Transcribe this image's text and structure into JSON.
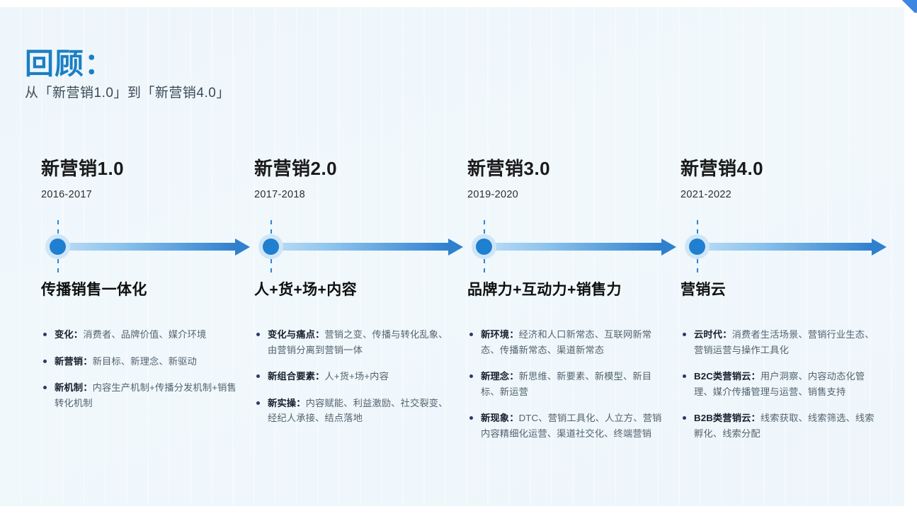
{
  "slide": {
    "title": "回顾：",
    "subtitle": "从「新营销1.0」到「新营销4.0」",
    "accent_color": "#1b7fc4",
    "background_color": "#eff7fc",
    "dot_color": "#1f7fd0",
    "dot_halo_color": "#cfe6f7",
    "arrow_color": "#3080ce"
  },
  "timeline": [
    {
      "title": "新营销1.0",
      "years": "2016-2017",
      "key_phrase": "传播销售一体化",
      "bullets": [
        {
          "label": "变化：",
          "text": "消费者、品牌价值、媒介环境"
        },
        {
          "label": "新营销：",
          "text": "新目标、新理念、新驱动"
        },
        {
          "label": "新机制：",
          "text": "内容生产机制+传播分发机制+销售转化机制"
        }
      ]
    },
    {
      "title": "新营销2.0",
      "years": "2017-2018",
      "key_phrase": "人+货+场+内容",
      "bullets": [
        {
          "label": "变化与痛点：",
          "text": "营销之变、传播与转化乱象、由营销分离到营销一体"
        },
        {
          "label": "新组合要素：",
          "text": "人+货+场+内容"
        },
        {
          "label": "新实操：",
          "text": "内容赋能、利益激励、社交裂变、经纪人承接、结点落地"
        }
      ]
    },
    {
      "title": "新营销3.0",
      "years": "2019-2020",
      "key_phrase": "品牌力+互动力+销售力",
      "bullets": [
        {
          "label": "新环境：",
          "text": "经济和人口新常态、互联网新常态、传播新常态、渠道新常态"
        },
        {
          "label": "新理念：",
          "text": "新思维、新要素、新模型、新目标、新运营"
        },
        {
          "label": "新现象：",
          "text": "DTC、营销工具化、人立方、营销内容精细化运营、渠道社交化、终端营销"
        }
      ]
    },
    {
      "title": "新营销4.0",
      "years": "2021-2022",
      "key_phrase": "营销云",
      "bullets": [
        {
          "label": "云时代：",
          "text": "消费者生活场景、营销行业生态、营销运营与操作工具化"
        },
        {
          "label": "B2C类营销云：",
          "text": "用户洞察、内容动态化管理、媒介传播管理与运营、销售支持"
        },
        {
          "label": "B2B类营销云：",
          "text": "线索获取、线索筛选、线索孵化、线索分配"
        }
      ]
    }
  ]
}
